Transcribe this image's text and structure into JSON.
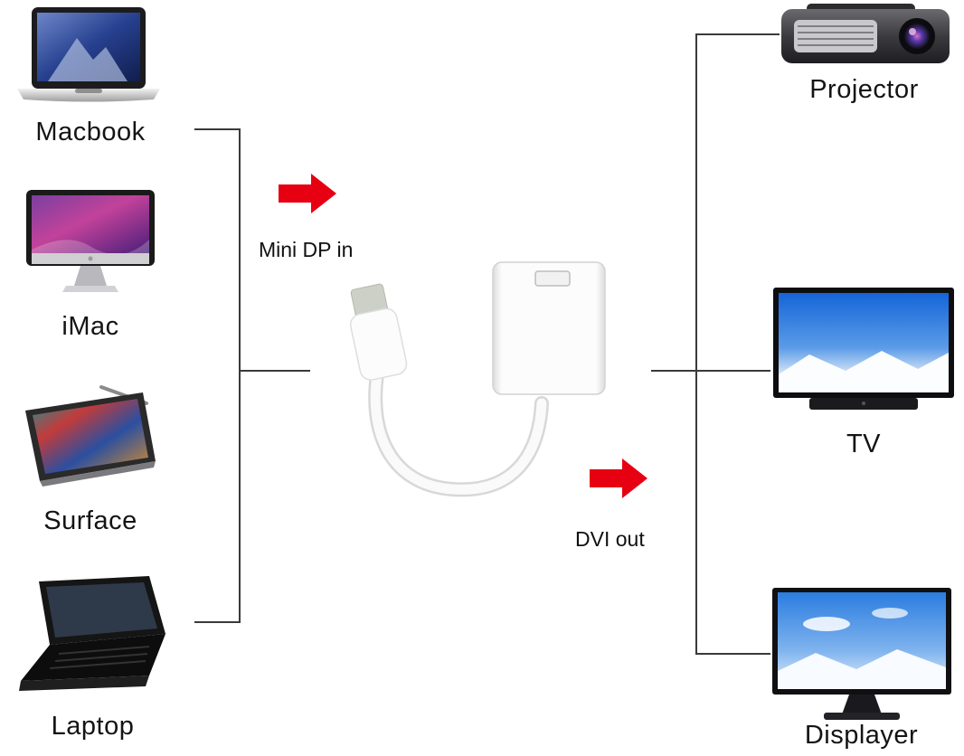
{
  "diagram": {
    "background": "#ffffff",
    "line_color": "#3a3a3a",
    "arrow_color": "#e60012",
    "sources": [
      {
        "id": "macbook",
        "label": "Macbook"
      },
      {
        "id": "imac",
        "label": "iMac"
      },
      {
        "id": "surface",
        "label": "Surface"
      },
      {
        "id": "laptop",
        "label": "Laptop"
      }
    ],
    "adapter": {
      "input_label": "Mini DP in",
      "output_label": "DVI out"
    },
    "outputs": [
      {
        "id": "projector",
        "label": "Projector"
      },
      {
        "id": "tv",
        "label": "TV"
      },
      {
        "id": "displayer",
        "label": "Displayer"
      }
    ]
  }
}
